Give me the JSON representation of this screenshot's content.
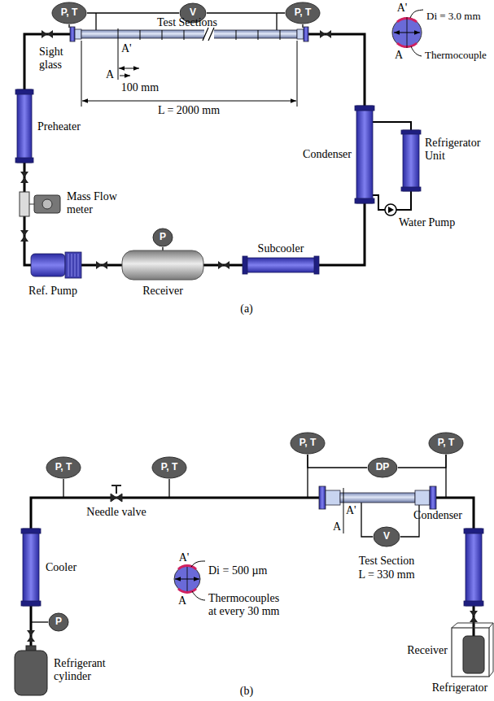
{
  "diagram": {
    "nodes": [
      {
        "text": [
          "P, T"
        ]
      },
      {
        "text": [
          "V"
        ]
      },
      {
        "text": [
          "P, T"
        ]
      },
      {
        "text": [
          "P"
        ]
      },
      {
        "text": [
          "P, T"
        ]
      },
      {
        "text": [
          "P, T"
        ]
      },
      {
        "text": [
          "P, T"
        ]
      },
      {
        "text": [
          "DP"
        ]
      },
      {
        "text": [
          "P, T"
        ]
      },
      {
        "text": [
          "V"
        ]
      },
      {
        "text": [
          "P"
        ]
      }
    ],
    "edges": [
      {
        "from": 0,
        "to": 1,
        "arrow": "none"
      },
      {
        "from": 1,
        "to": 2,
        "arrow": "none"
      },
      {
        "from": 6,
        "to": 7,
        "arrow": "none"
      },
      {
        "from": 7,
        "to": 8,
        "arrow": "none"
      }
    ],
    "labels": [
      "Test Sections",
      "A'",
      "A",
      "100 mm",
      "L = 2000 mm",
      "Sight glass",
      "Preheater",
      "Mass Flow meter",
      "Ref. Pump",
      "Receiver",
      "Subcooler",
      "Condenser",
      "Refrigerator Unit",
      "Water Pump",
      "A'",
      "Di = 3.0 mm",
      "Thermocouple",
      "A",
      "(a)",
      "Needle valve",
      "A'",
      "A",
      "Test Section",
      "L = 330 mm",
      "Cooler",
      "Refrigerant cylinder",
      "Condenser",
      "Receiver",
      "Refrigerator",
      "A'",
      "Di = 500 µm",
      "Thermocouples at every 30 mm",
      "A",
      "(b)"
    ]
  }
}
